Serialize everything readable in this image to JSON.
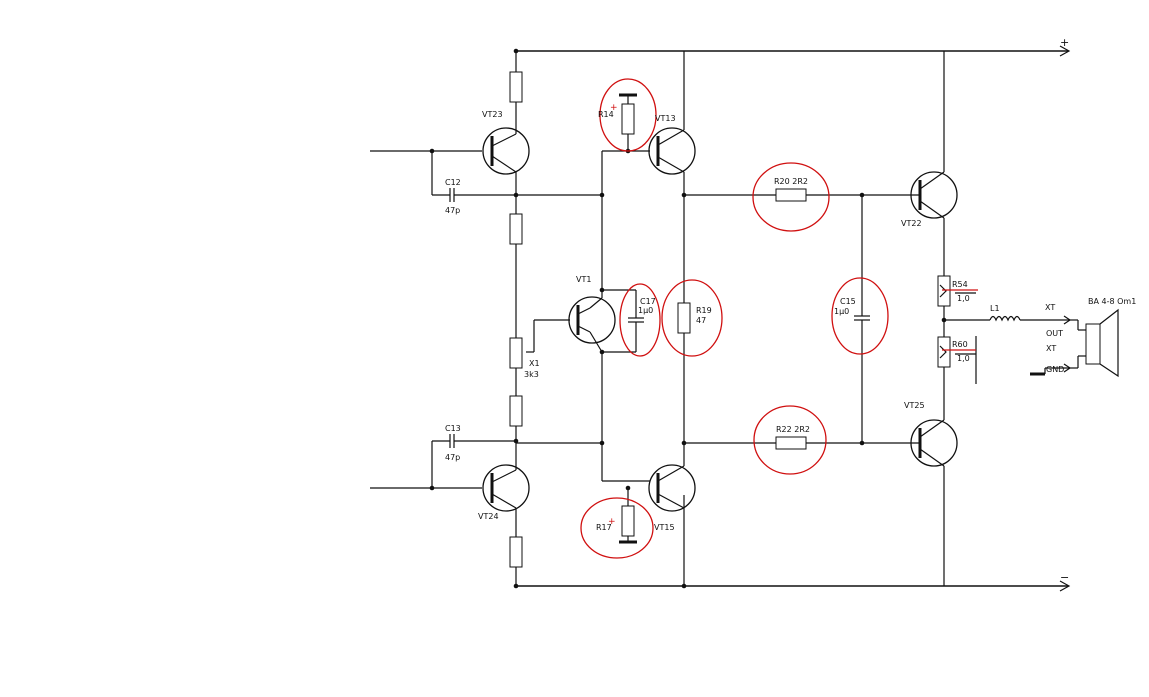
{
  "colors": {
    "ink": "#111111",
    "annotation": "#d01010",
    "background": "#ffffff"
  },
  "rails": {
    "positive": "+",
    "negative": "−"
  },
  "transistors": {
    "vt23": "VT23",
    "vt13": "VT13",
    "vt22": "VT22",
    "vt1": "VT1",
    "vt25": "VT25",
    "vt24": "VT24",
    "vt15": "VT15"
  },
  "components": {
    "c12": {
      "ref": "C12",
      "value": "47p"
    },
    "c13": {
      "ref": "C13",
      "value": "47p"
    },
    "r14": "R14",
    "r17": "R17",
    "r20": "R20 2R2",
    "r22": "R22 2R2",
    "c17": {
      "ref": "C17",
      "value": "1µ0"
    },
    "r19": {
      "ref": "R19",
      "value": "47"
    },
    "x1": {
      "ref": "X1",
      "value": "3k3"
    },
    "c15": {
      "ref": "C15",
      "value": "1µ0"
    },
    "r54": {
      "ref": "R54",
      "value": "1,0"
    },
    "r60": {
      "ref": "R60",
      "value": "1,0"
    },
    "l1": "L1",
    "xt_out": {
      "ref": "XT",
      "label": "OUT"
    },
    "xt_gnd": {
      "ref": "XT",
      "label": "GND"
    },
    "speaker": "BA 4-8 Om1"
  },
  "annotation_plus": "+"
}
